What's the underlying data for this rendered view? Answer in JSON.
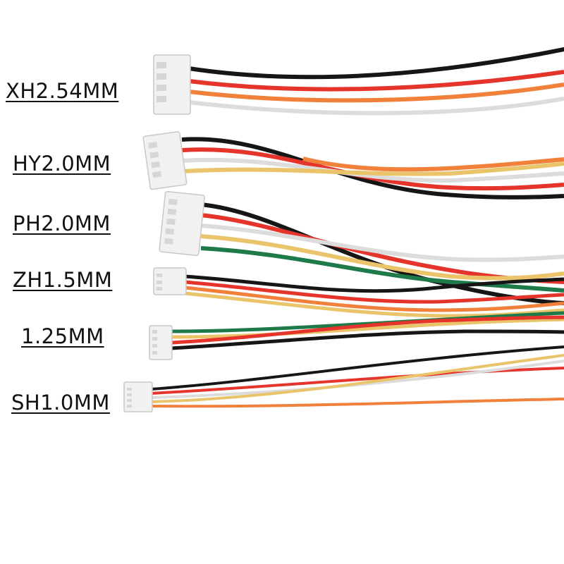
{
  "labels": {
    "xh": "XH2.54MM",
    "hy": "HY2.0MM",
    "ph": "PH2.0MM",
    "zh": "ZH1.5MM",
    "p125": "1.25MM",
    "sh": "SH1.0MM"
  },
  "wire_colors": {
    "black": "#161616",
    "red": "#e4342b",
    "orange": "#f0803a",
    "yellow": "#eac46a",
    "white": "#ececec",
    "green": "#1f7a4a"
  },
  "connector_color": "#f1f1f1"
}
